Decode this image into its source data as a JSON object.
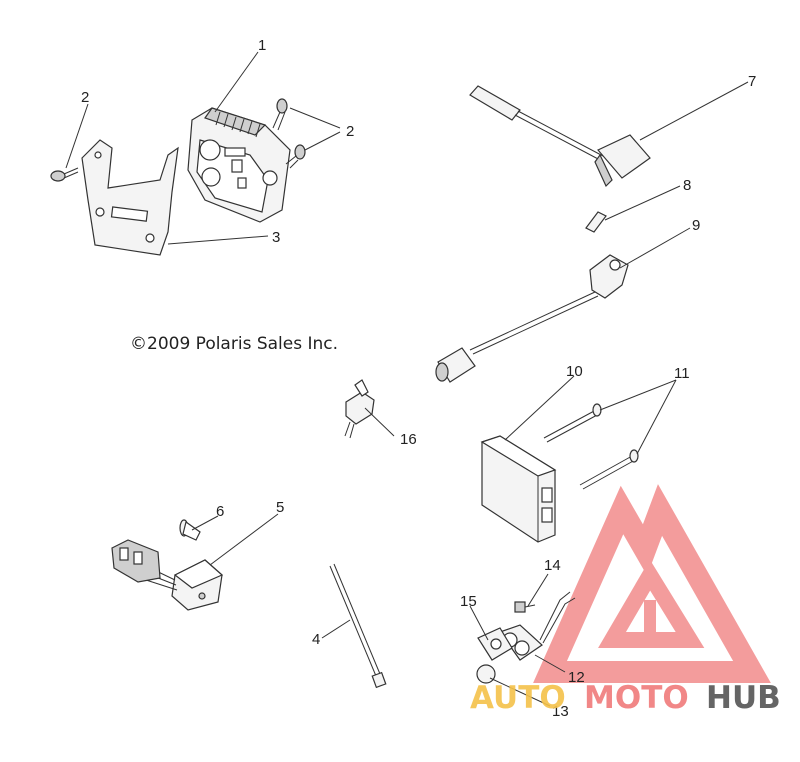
{
  "copyright": "©2009 Polaris Sales Inc.",
  "callouts": {
    "c1": "1",
    "c2a": "2",
    "c2b": "2",
    "c3": "3",
    "c4": "4",
    "c5": "5",
    "c6": "6",
    "c7": "7",
    "c8": "8",
    "c9": "9",
    "c10": "10",
    "c11": "11",
    "c12": "12",
    "c13": "13",
    "c14": "14",
    "c15": "15",
    "c16": "16"
  },
  "watermark": {
    "part1": "AUTO",
    "part2": "MOTO",
    "part3": "HUB",
    "color_logo": "#f07b7b",
    "color_auto": "#f5c24a",
    "color_moto": "#f07b7b",
    "color_hub": "#555555"
  }
}
